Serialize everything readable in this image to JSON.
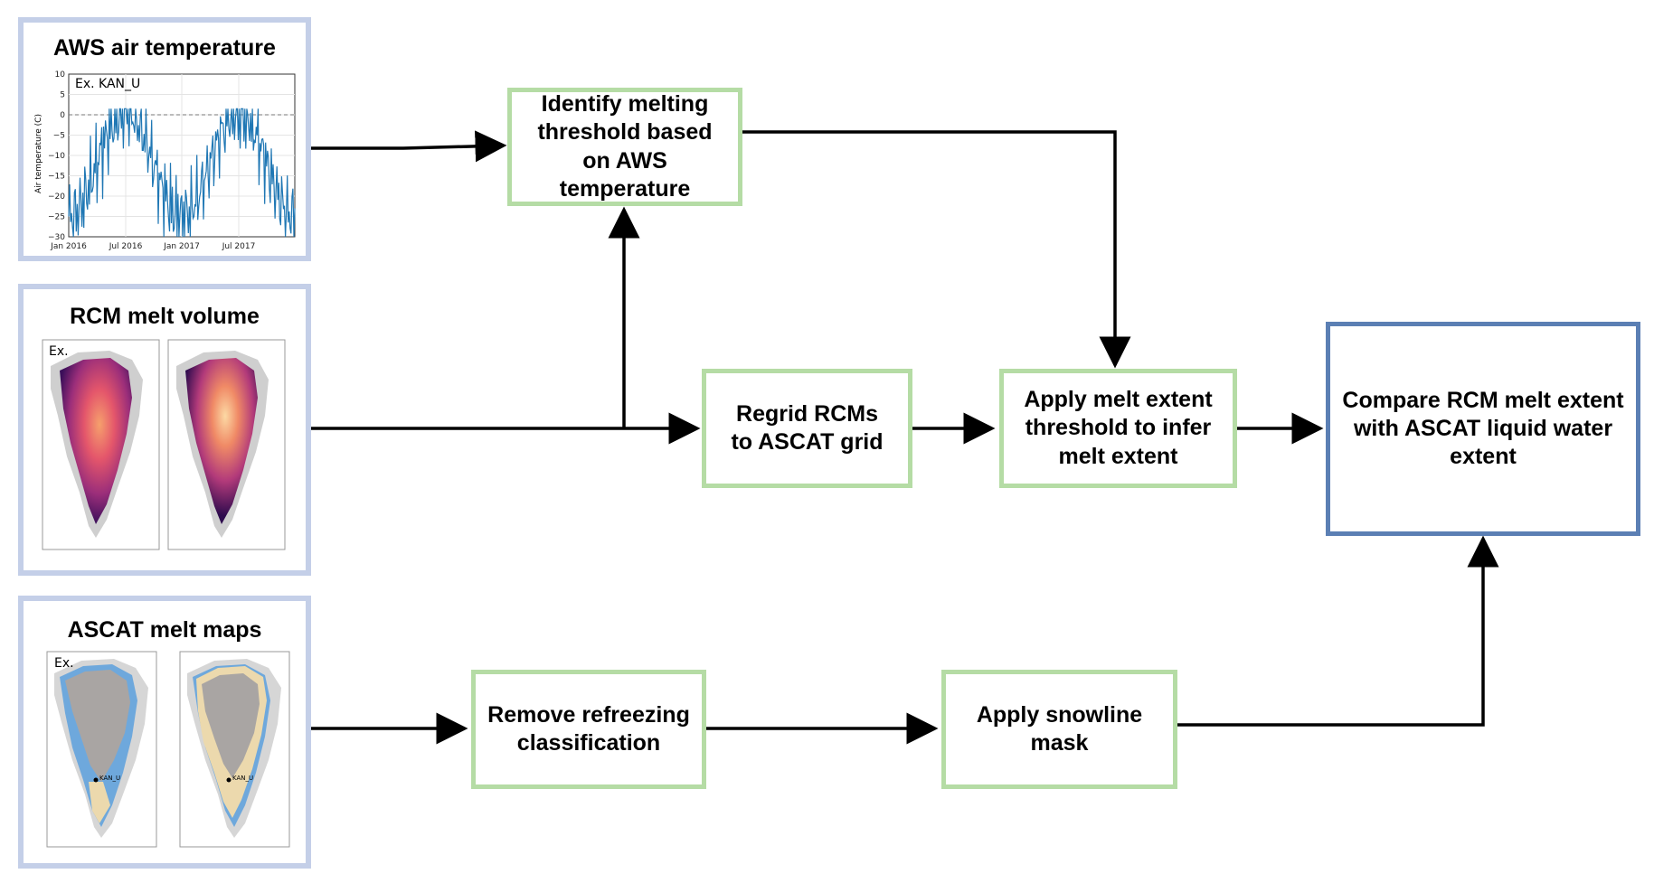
{
  "sources": {
    "aws": {
      "title": "AWS air temperature",
      "chart_label": "Ex. KAN_U",
      "ylabel": "Air temperature (C)",
      "yticks": [
        "10",
        "5",
        "0",
        "−5",
        "−10",
        "−15",
        "−20",
        "−25",
        "−30"
      ],
      "xticks": [
        "Jan 2016",
        "Jul 2016",
        "Jan 2017",
        "Jul 2017"
      ]
    },
    "rcm": {
      "title": "RCM melt volume",
      "example_label": "Ex."
    },
    "ascat": {
      "title": "ASCAT melt maps",
      "example_label": "Ex.",
      "station_label": "KAN_U"
    }
  },
  "steps": {
    "identify": "Identify melting threshold based on AWS temperature",
    "regrid": "Regrid RCMs to ASCAT grid",
    "apply_threshold": "Apply melt extent threshold to infer melt extent",
    "remove_refreeze": "Remove refreezing classification",
    "snowline": "Apply snowline mask",
    "compare": "Compare RCM melt extent with ASCAT liquid water extent"
  },
  "colors": {
    "source_border": "#c4cfe8",
    "step_border": "#b5dca5",
    "result_border": "#5b7fb4",
    "line_series": "#1f77b4"
  }
}
